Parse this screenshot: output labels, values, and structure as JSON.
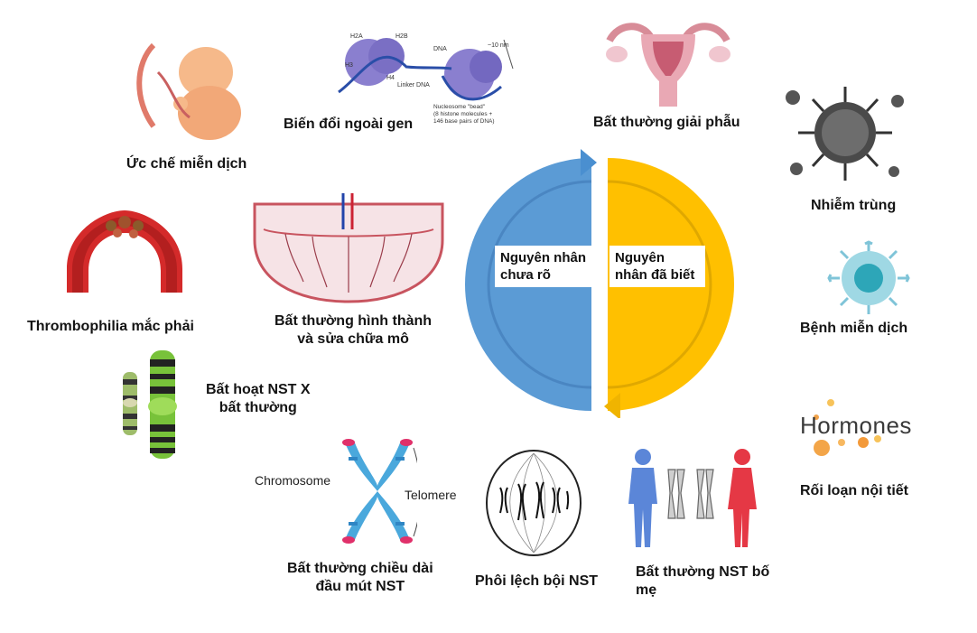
{
  "center": {
    "unknown_label": "Nguyên nhân chưa rõ",
    "known_label": "Nguyên nhân đã biết"
  },
  "labels": {
    "immune_suppression": "Ức chế miễn dịch",
    "epigenetic": "Biến đổi ngoài gen",
    "anatomical": "Bất thường giải phẫu",
    "infection": "Nhiễm trùng",
    "thrombophilia": "Thrombophilia mắc phải",
    "tissue_line1": "Bất thường hình thành",
    "tissue_line2": "và sửa chữa mô",
    "immune_disease": "Bệnh miễn dịch",
    "x_inactivation_line1": "Bất hoạt NST X",
    "x_inactivation_line2": "bất thường",
    "hormones_word": "Hormones",
    "endocrine": "Rối loạn nội tiết",
    "telomere_line1": "Bất thường chiều dài",
    "telomere_line2": "đầu mút NST",
    "aneuploidy": "Phôi lệch bội NST",
    "parental_line1": "Bất thường NST bố",
    "parental_line2": "mẹ",
    "chromosome_word": "Chromosome",
    "telomere_word": "Telomere"
  },
  "nucleosome": {
    "h2a": "H2A",
    "h2b": "H2B",
    "h3": "H3",
    "h4": "H4",
    "dna": "DNA",
    "size": "~10 nm",
    "linker": "Linker DNA",
    "bead_line1": "Nucleosome \"bead\"",
    "bead_line2": "(8 histone molecules +",
    "bead_line3": "146 base pairs of DNA)"
  },
  "colors": {
    "blue_half": "#5b9bd5",
    "yellow_half": "#ffc000",
    "blue_arrow": "#4a8fd0",
    "yellow_arrow": "#f0b400"
  }
}
